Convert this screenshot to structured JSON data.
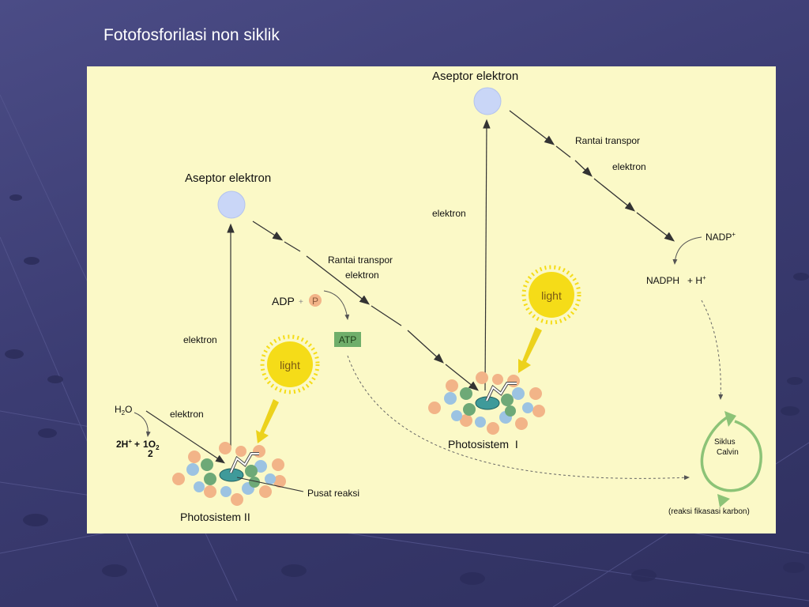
{
  "slide": {
    "title": "Fotofosforilasi non siklik"
  },
  "diagram": {
    "psii": {
      "acceptor_label": "Aseptor elektron",
      "electron_up_label": "elektron",
      "water_label": "H",
      "water_sub": "2",
      "water_tail": "O",
      "water_electron_label": "elektron",
      "products_prefix": "2H",
      "products_sup": "+",
      "products_plus": "+",
      "half_num": "1",
      "half_den": "2",
      "oxygen": "O",
      "oxygen_sub": "2",
      "light_label": "light",
      "reaction_center_label": "Pusat reaksi",
      "name": "Photosistem II"
    },
    "transport1": {
      "line1": "Rantai transpor",
      "line2": "elektron"
    },
    "atp": {
      "adp_label": "ADP",
      "plus": "+",
      "phosphate": "P",
      "atp_label": "ATP"
    },
    "psi": {
      "acceptor_label": "Aseptor elektron",
      "electron_up_label": "elektron",
      "light_label": "light",
      "name": "Photosistem  I"
    },
    "transport2": {
      "line1": "Rantai transpor",
      "line2": "elektron"
    },
    "nadp": {
      "nadp_label": "NADP",
      "nadp_sup": "+",
      "nadph_label": "NADPH   + H",
      "h_sup": "+"
    },
    "calvin": {
      "line1": "Siklus",
      "line2": "Calvin",
      "caption": "(reaksi fikasasi karbon)"
    },
    "colors": {
      "panel": "#fbf9c7",
      "acceptor": "#c9d6f7",
      "sun": "#f5dc18",
      "light_arrow": "#ecd21c",
      "atp_box": "#6fae6a",
      "calvin": "#8cc377",
      "pigment_orange": "#f2b488",
      "pigment_blue": "#9cc3e2",
      "pigment_green": "#6ea977",
      "reaction_center": "#3f9a9a"
    }
  }
}
